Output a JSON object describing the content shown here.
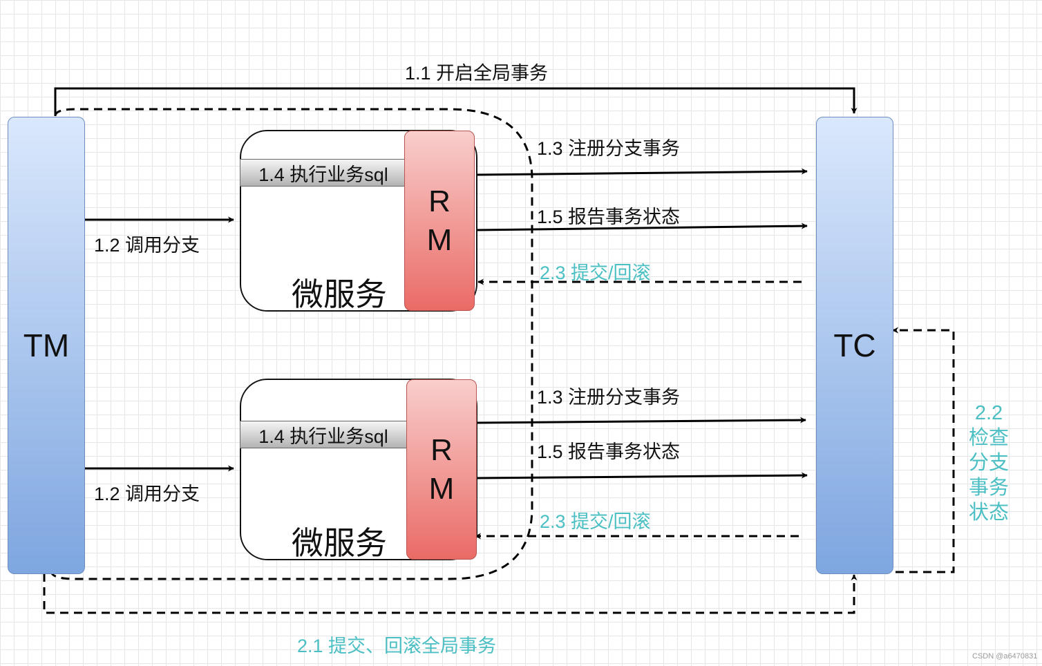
{
  "nodes": {
    "tm": "TM",
    "tc": "TC",
    "rm_top_line1": "R",
    "rm_top_line2": "M",
    "rm_bottom_line1": "R",
    "rm_bottom_line2": "M",
    "service_top": "微服务",
    "service_bottom": "微服务",
    "sql_top": "1.4 执行业务sql",
    "sql_bottom": "1.4 执行业务sql"
  },
  "labels": {
    "begin_global": "1.1 开启全局事务",
    "call_branch_top": "1.2 调用分支",
    "call_branch_bottom": "1.2 调用分支",
    "register_top": "1.3 注册分支事务",
    "register_bottom": "1.3 注册分支事务",
    "report_top": "1.5 报告事务状态",
    "report_bottom": "1.5 报告事务状态",
    "commit_rollback_top": "2.3 提交/回滚",
    "commit_rollback_bottom": "2.3 提交/回滚",
    "global_commit_rollback": "2.1 提交、回滚全局事务",
    "check_branch": [
      "2.2",
      "检查",
      "分支",
      "事务",
      "状态"
    ]
  },
  "watermark": "CSDN @a6470831",
  "colors": {
    "teal": "#4bbfc3",
    "blue_top": "#dae8fc",
    "blue_bottom": "#7ea6e0",
    "red_top": "#f8cecc",
    "red_bottom": "#ea6b66"
  }
}
